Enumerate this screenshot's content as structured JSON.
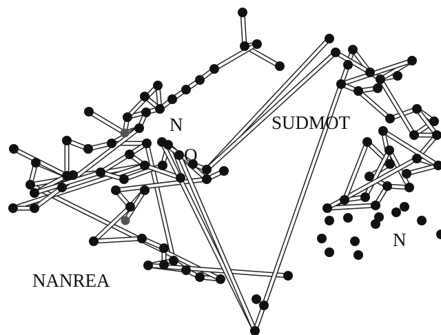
{
  "figure": {
    "labels": {
      "left_molecule": "NANREA",
      "right_molecule": "SUDMOT",
      "left_n_atom": "N",
      "left_o_atom": "O",
      "right_n_atom": "N"
    },
    "colors": {
      "background": "#ffffff",
      "atom": "#111111",
      "heteroatom": "#555555",
      "bond_outline": "#222222",
      "bond_fill": "#ffffff",
      "text": "#111111"
    }
  }
}
